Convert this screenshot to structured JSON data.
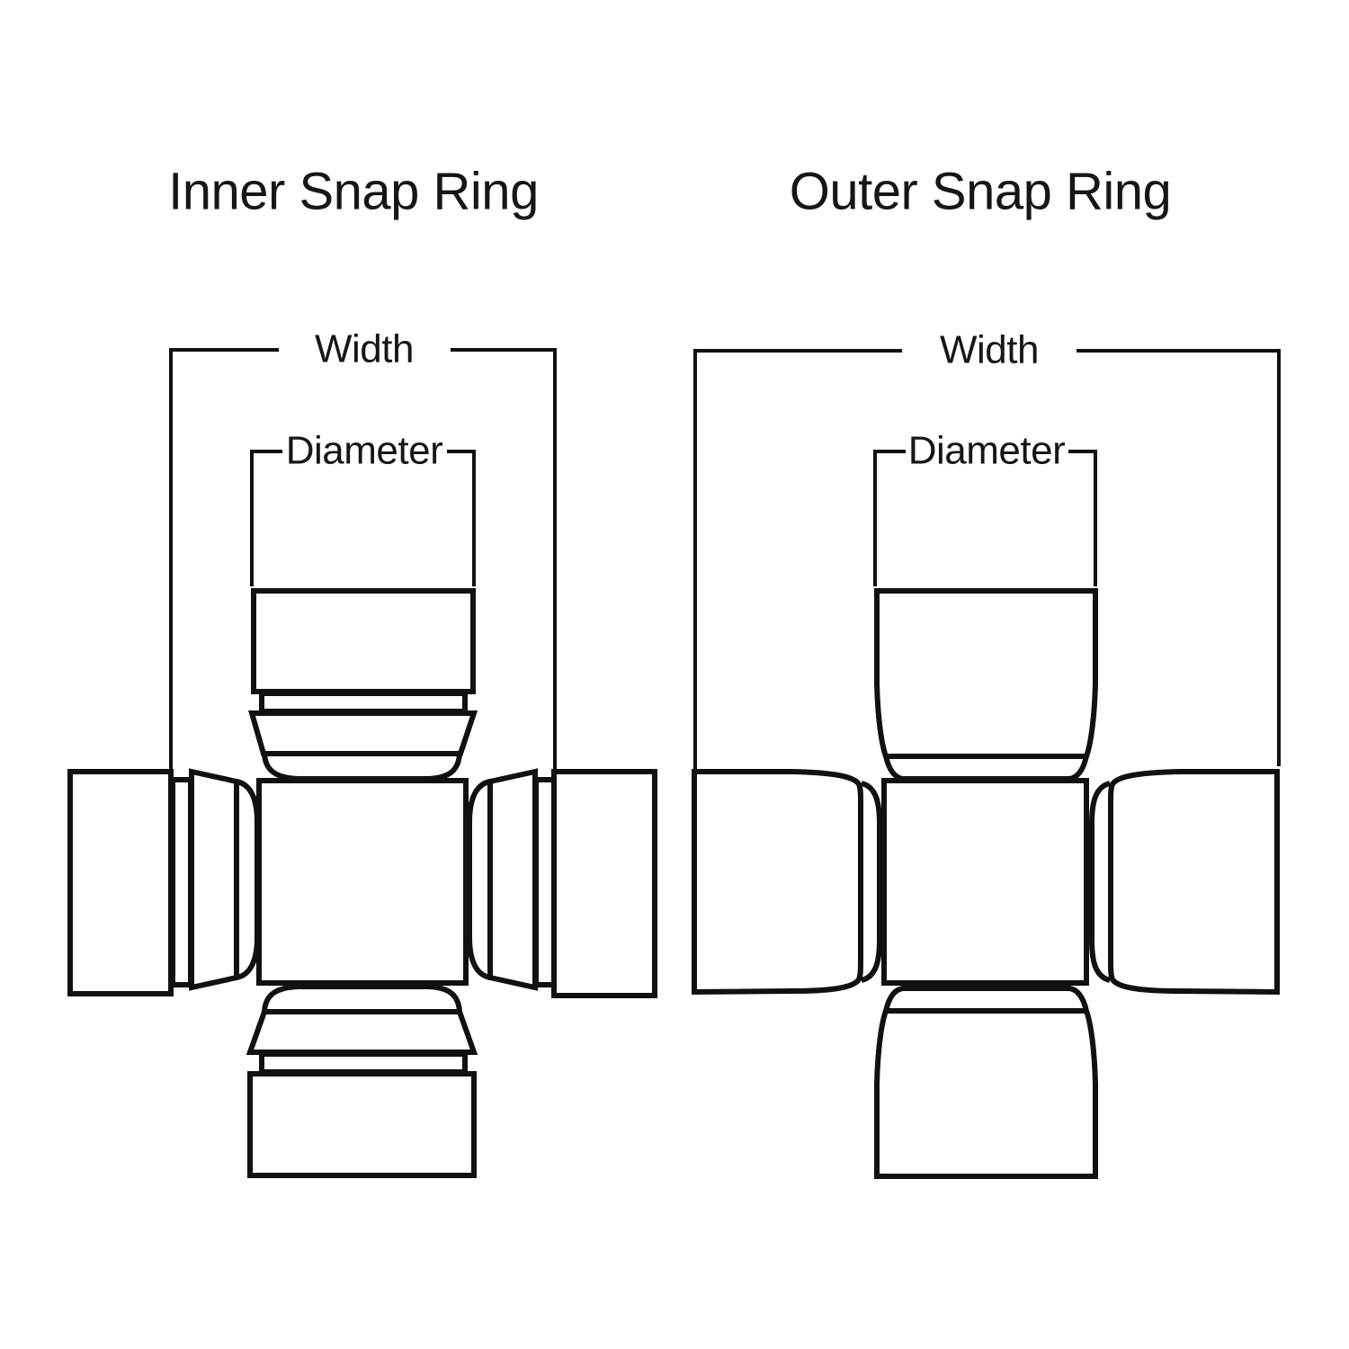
{
  "colors": {
    "background": "#ffffff",
    "line": "#111111",
    "text": "#161616"
  },
  "inner": {
    "title": "Inner Snap Ring",
    "width_label": "Width",
    "diameter_label": "Diameter"
  },
  "outer": {
    "title": "Outer Snap Ring",
    "width_label": "Width",
    "diameter_label": "Diameter"
  }
}
